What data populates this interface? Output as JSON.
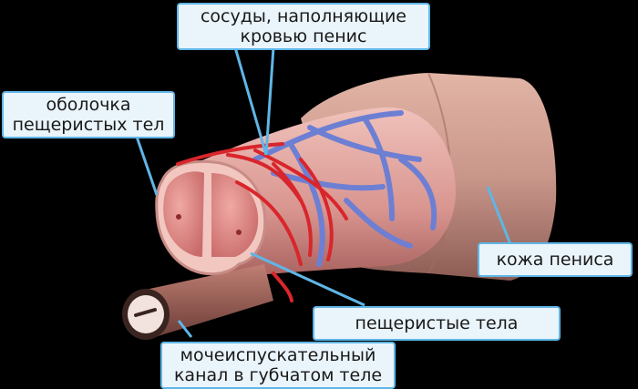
{
  "labels": {
    "vessels": [
      "сосуды, наполняющие",
      "кровью пенис"
    ],
    "tunica": [
      "оболочка",
      "пещеристых тел"
    ],
    "skin": [
      "кожа пениса"
    ],
    "cavernous": [
      "пещеристые тела"
    ],
    "urethra": [
      "мочеиспускательный",
      "канал в губчатом теле"
    ]
  },
  "colors": {
    "callout_fill": "#eaf4fb",
    "callout_border": "#5fb6e6",
    "skin": "#c89a8a",
    "tissue": "#d98b8e",
    "artery": "#d8262c",
    "vein": "#6d7fd3"
  }
}
